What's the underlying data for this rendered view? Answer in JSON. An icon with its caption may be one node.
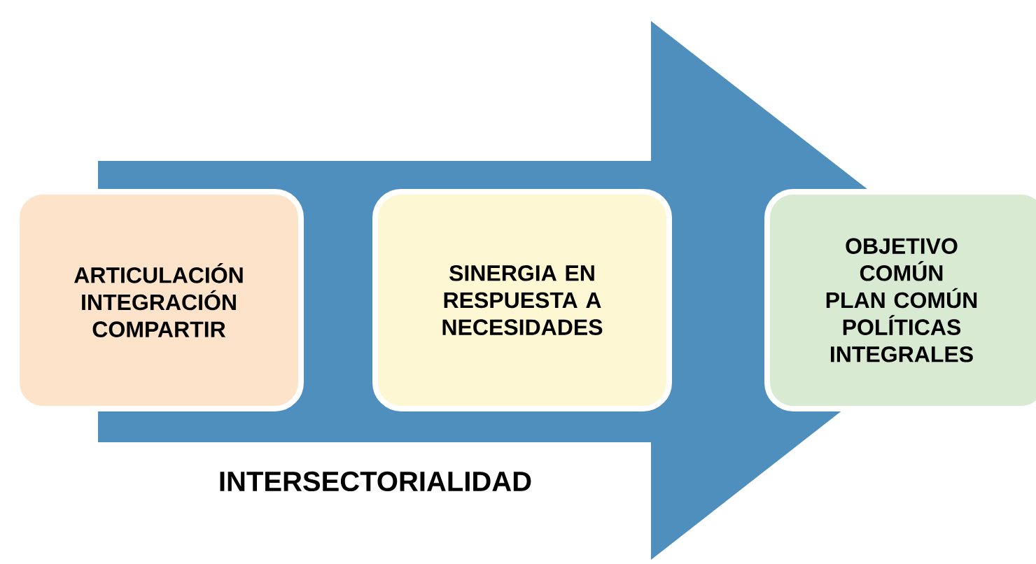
{
  "diagram": {
    "nodes": [
      {
        "text": [
          "ARTICULACIÓN",
          "INTEGRACIÓN",
          "COMPARTIR"
        ]
      },
      {
        "text": [
          "SINERGIA EN RESPUESTA A NECESIDADES"
        ]
      },
      {
        "text": [
          "OBJETIVO COMÚN",
          "PLAN COMÚN",
          "POLÍTICAS INTEGRALES"
        ]
      }
    ],
    "edges": [
      {
        "from": 0,
        "to": 2,
        "arrow": "to"
      }
    ],
    "labels": [
      "INTERSECTORIALIDAD"
    ]
  }
}
